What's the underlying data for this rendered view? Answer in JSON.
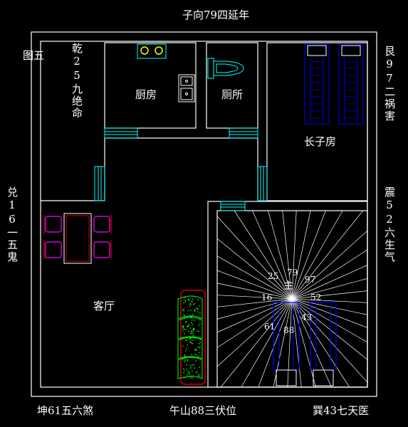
{
  "title": "子向79四延年",
  "figure_label": "图五",
  "sides": {
    "qian": "乾25九绝命",
    "gen": "艮97二祸害",
    "dui": "兑16一五鬼",
    "zhen": "震52六生气"
  },
  "bottom": {
    "kun": "坤61五六煞",
    "wu": "午山88三伏位",
    "xun": "巽43七天医"
  },
  "rooms": {
    "kitchen": "厨房",
    "toilet": "厕所",
    "eldest_son": "长子房",
    "living": "客厅"
  },
  "compass": {
    "n25": "25",
    "n79": "79",
    "n97": "97",
    "n16": "16",
    "n52": "52",
    "n61": "61",
    "n88": "88",
    "n43": "43",
    "center_glyph": "主"
  },
  "colors": {
    "wall": "#ffffff",
    "window": "#00ffff",
    "bed": "#0000ff",
    "sofa": "#ff0000",
    "chair": "#ff00ff",
    "plant": "#00ff00"
  }
}
